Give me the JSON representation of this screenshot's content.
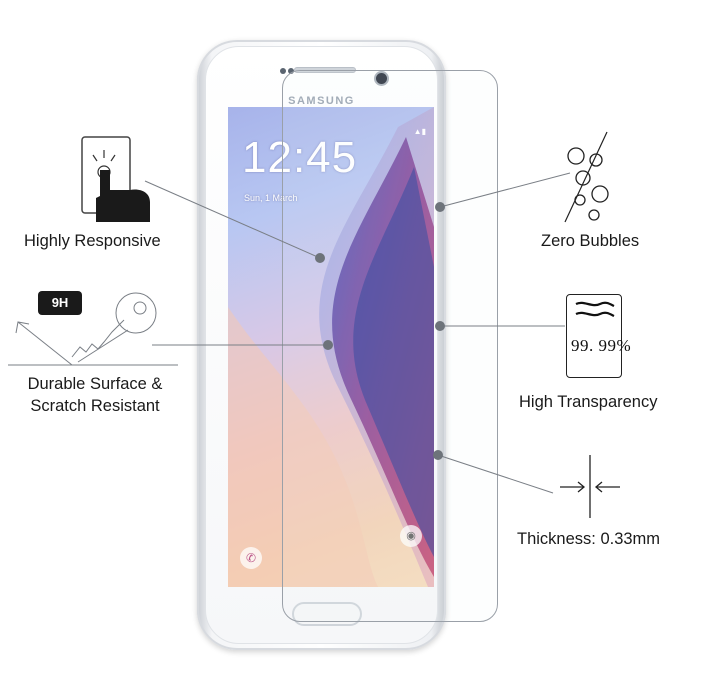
{
  "phone": {
    "brand": "SAMSUNG",
    "clock": "12:45",
    "date": "Sun, 1 March"
  },
  "features": {
    "responsive": "Highly Responsive",
    "durable_line1": "Durable Surface &",
    "durable_line2": "Scratch Resistant",
    "hardness_badge": "9H",
    "bubbles": "Zero Bubbles",
    "transparency_value": "99. 99%",
    "transparency": "High Transparency",
    "thickness": "Thickness: 0.33mm"
  },
  "icons": {
    "touch": "touch-finger-icon",
    "key": "key-scratch-icon",
    "bubbles": "bubbles-icon",
    "transparency": "wave-lines-icon",
    "thickness": "arrows-inward-icon"
  }
}
